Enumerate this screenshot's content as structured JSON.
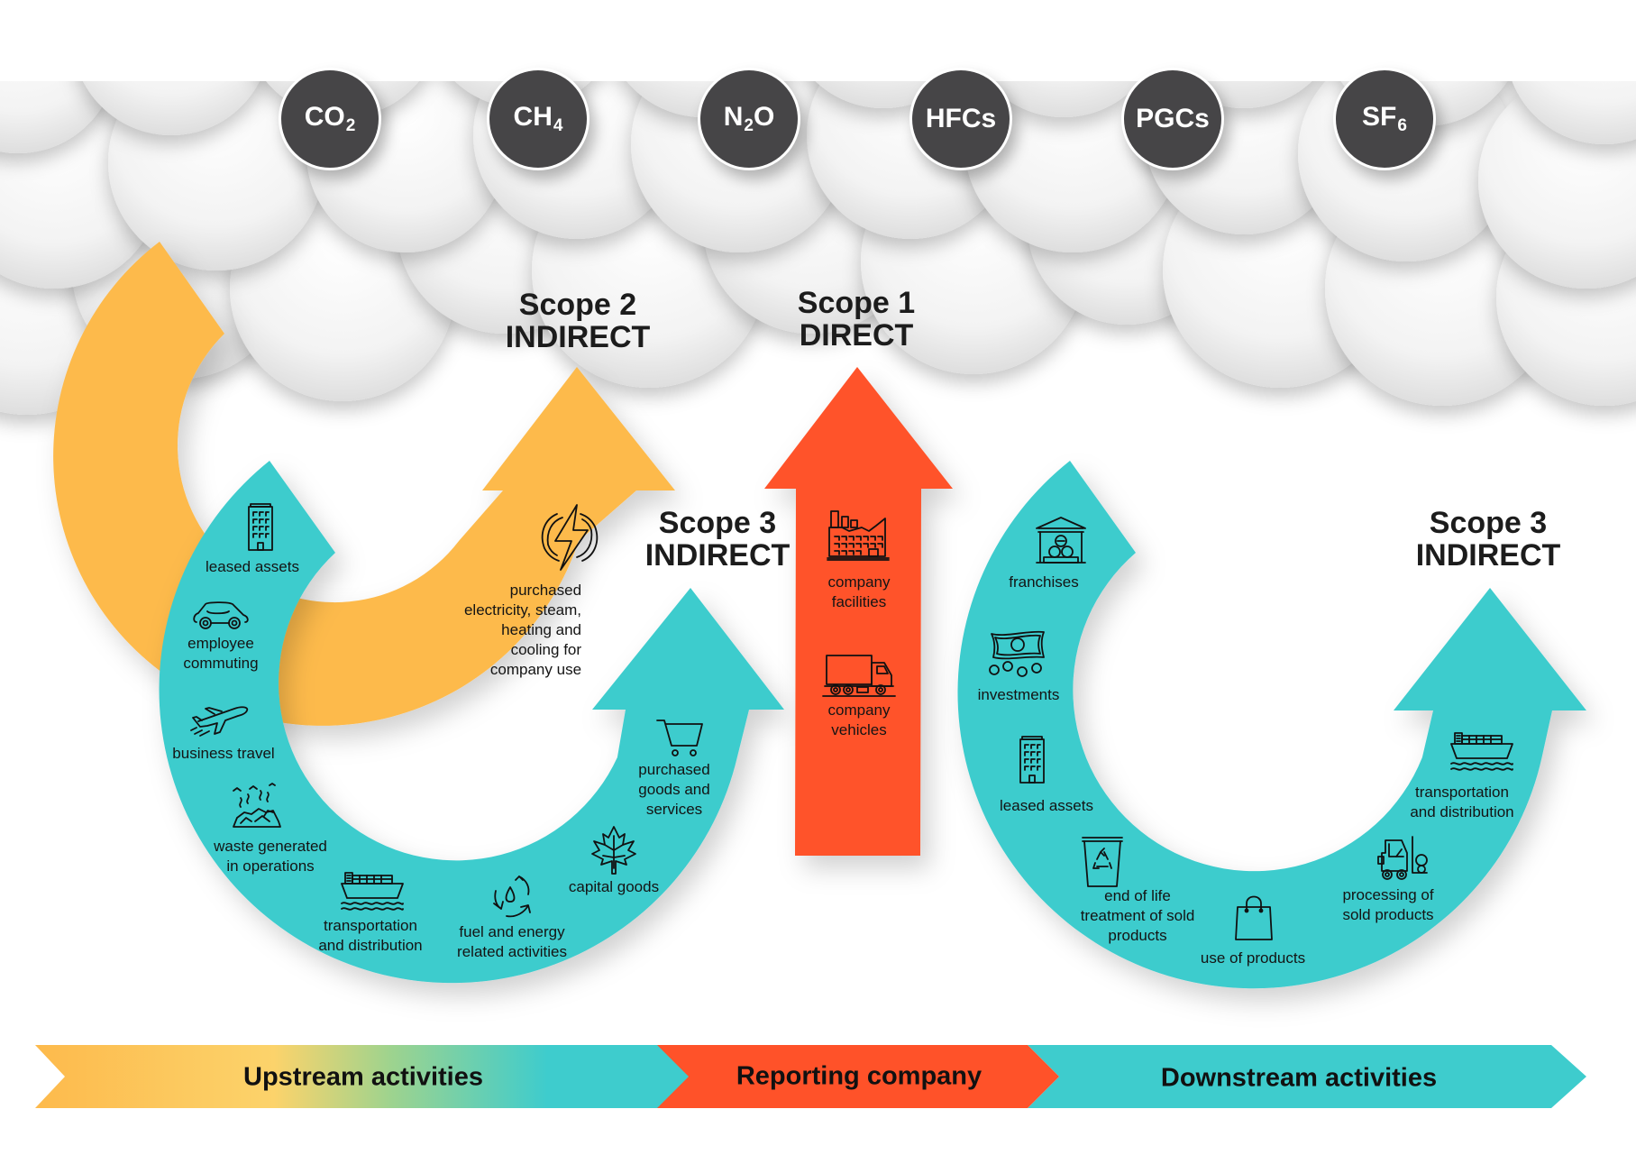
{
  "colors": {
    "scope2_yellow": "#FDBA4C",
    "scope3_teal": "#3ECCCD",
    "scope1_red": "#FF5229",
    "gas_circle": "#464547",
    "text_dark": "#1c1c1c"
  },
  "greenhouse_gases": [
    {
      "base": "CO",
      "sub": "2"
    },
    {
      "base": "CH",
      "sub": "4"
    },
    {
      "base": "N",
      "sub": "2",
      "suffix": "O"
    },
    {
      "base": "HFCs",
      "sub": ""
    },
    {
      "base": "PGCs",
      "sub": ""
    },
    {
      "base": "SF",
      "sub": "6"
    }
  ],
  "scopes": {
    "scope2": {
      "line1": "Scope 2",
      "line2": "INDIRECT"
    },
    "scope1": {
      "line1": "Scope 1",
      "line2": "DIRECT"
    },
    "scope3_upstream": {
      "line1": "Scope 3",
      "line2": "INDIRECT"
    },
    "scope3_downstream": {
      "line1": "Scope 3",
      "line2": "INDIRECT"
    }
  },
  "scope2_items": [
    {
      "icon": "lightning-energy-icon",
      "lines": [
        "purchased",
        "electricity, steam,",
        "heating and",
        "cooling for",
        "company use"
      ]
    }
  ],
  "scope1_items": [
    {
      "icon": "factory-icon",
      "lines": [
        "company",
        "facilities"
      ]
    },
    {
      "icon": "truck-icon",
      "lines": [
        "company",
        "vehicles"
      ]
    }
  ],
  "upstream_items": [
    {
      "icon": "office-building-icon",
      "lines": [
        "leased assets"
      ]
    },
    {
      "icon": "car-icon",
      "lines": [
        "employee",
        "commuting"
      ]
    },
    {
      "icon": "airplane-icon",
      "lines": [
        "business travel"
      ]
    },
    {
      "icon": "waste-landfill-icon",
      "lines": [
        "waste generated",
        "in operations"
      ]
    },
    {
      "icon": "cargo-ship-icon",
      "lines": [
        "transportation",
        "and distribution"
      ]
    },
    {
      "icon": "fuel-recycle-drop-icon",
      "lines": [
        "fuel and energy",
        "related activities"
      ]
    },
    {
      "icon": "maple-leaf-icon",
      "lines": [
        "capital goods"
      ]
    },
    {
      "icon": "shopping-cart-icon",
      "lines": [
        "purchased",
        "goods and",
        "services"
      ]
    }
  ],
  "downstream_items": [
    {
      "icon": "franchise-store-icon",
      "lines": [
        "franchises"
      ]
    },
    {
      "icon": "money-coins-icon",
      "lines": [
        "investments"
      ]
    },
    {
      "icon": "office-building-icon",
      "lines": [
        "leased assets"
      ]
    },
    {
      "icon": "recycle-bin-icon",
      "lines": [
        "end of life",
        "treatment of sold",
        "products"
      ]
    },
    {
      "icon": "shopping-bag-icon",
      "lines": [
        "use of products"
      ]
    },
    {
      "icon": "forklift-icon",
      "lines": [
        "processing of",
        "sold products"
      ]
    },
    {
      "icon": "cargo-ship-icon",
      "lines": [
        "transportation",
        "and distribution"
      ]
    }
  ],
  "bottom_bar": {
    "upstream": "Upstream activities",
    "reporting": "Reporting company",
    "downstream": "Downstream activities"
  }
}
